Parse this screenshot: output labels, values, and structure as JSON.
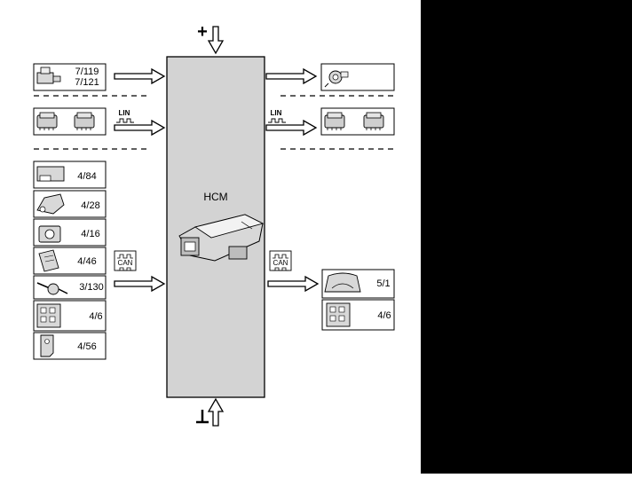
{
  "diagram": {
    "center_label": "HCM",
    "power_symbol": "+",
    "ground_symbol": "⊥",
    "bus_lin": "LIN",
    "bus_can": "CAN",
    "inputs_top": {
      "label_line1": "7/119",
      "label_line2": "7/121"
    },
    "inputs_can": [
      "4/84",
      "4/28",
      "4/16",
      "4/46",
      "3/130",
      "4/6",
      "4/56"
    ],
    "outputs_can": [
      "5/1",
      "4/6"
    ]
  }
}
